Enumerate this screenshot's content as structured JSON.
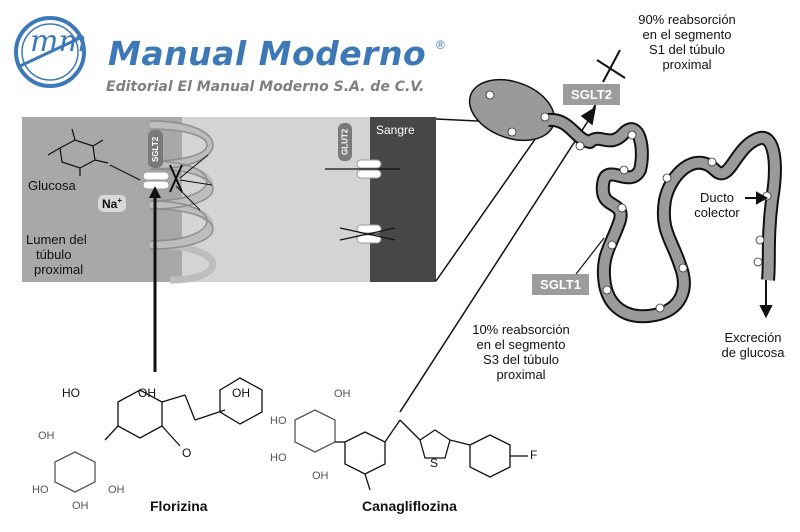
{
  "header": {
    "brand_title": "Manual Moderno",
    "registered": "®",
    "subtitle": "Editorial El Manual Moderno S.A. de C.V.",
    "logo_letters": "mm"
  },
  "cell": {
    "glucose_label": "Glucosa",
    "sodium_label": "Na",
    "sodium_charge": "+",
    "lumen_label_1": "Lumen del",
    "lumen_label_2": "túbulo",
    "lumen_label_3": "proximal",
    "blood_label": "Sangre",
    "sglt2_transporter": "SGLT2",
    "glut2_transporter": "GLUT2"
  },
  "nephron": {
    "sglt2_label": "SGLT2",
    "sglt1_label": "SGLT1",
    "s1_note": [
      "90% reabsorción",
      "en el segmento",
      "S1 del túbulo",
      "proximal"
    ],
    "s3_note": [
      "10% reabsorción",
      "en el segmento",
      "S3 del túbulo",
      "proximal"
    ],
    "collector_label": [
      "Ducto",
      "colector"
    ],
    "excretion_label": [
      "Excreción",
      "de glucosa"
    ]
  },
  "molecules": {
    "florizina_name": "Florizina",
    "canagliflozina_name": "Canagliflozina",
    "oh": "OH",
    "ho": "HO",
    "o": "O",
    "s": "S",
    "f": "F"
  },
  "colors": {
    "brand_blue": "#3d79b6",
    "subtitle_gray": "#7f7f7f",
    "lumen_gray": "#a8a8a8",
    "cell_gray": "#d3d3d3",
    "blood_dark": "#474747",
    "label_box": "#9c9c9c"
  }
}
